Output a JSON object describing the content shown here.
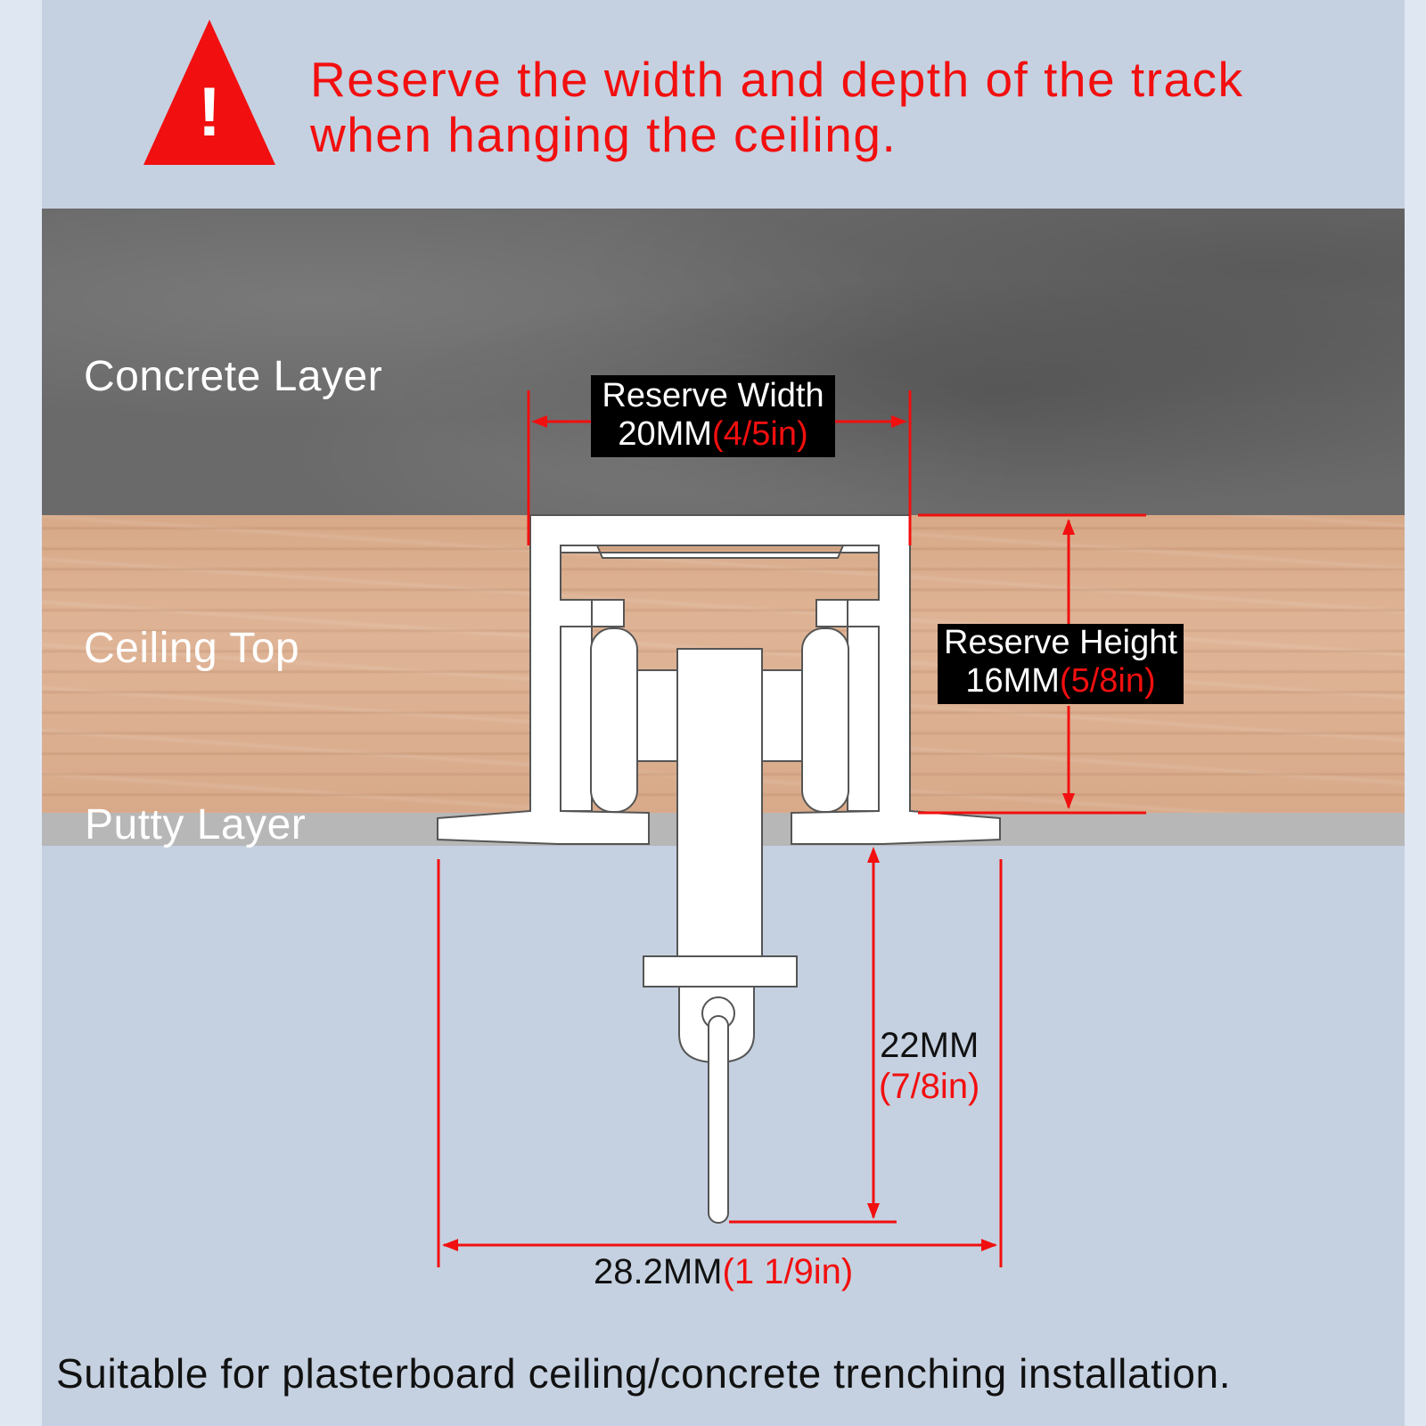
{
  "warning": {
    "text": "Reserve the width and depth of the track when hanging the ceiling.",
    "mark": "!"
  },
  "layers": {
    "concrete": "Concrete Layer",
    "ceiling": "Ceiling Top",
    "putty": "Putty Layer"
  },
  "dimensions": {
    "width": {
      "title": "Reserve Width",
      "mm": "20MM",
      "inch": "(4/5in)"
    },
    "height": {
      "title": "Reserve Height",
      "mm": "16MM",
      "inch": "(5/8in)"
    },
    "drop": {
      "mm": "22MM",
      "inch": "(7/8in)"
    },
    "base": {
      "mm": "28.2MM",
      "inch": "(1 1/9in)"
    }
  },
  "footer": "Suitable for plasterboard ceiling/concrete trenching installation.",
  "colors": {
    "accent": "#f20f0f",
    "background": "#c5d1e1",
    "profile": "#ffffff"
  }
}
